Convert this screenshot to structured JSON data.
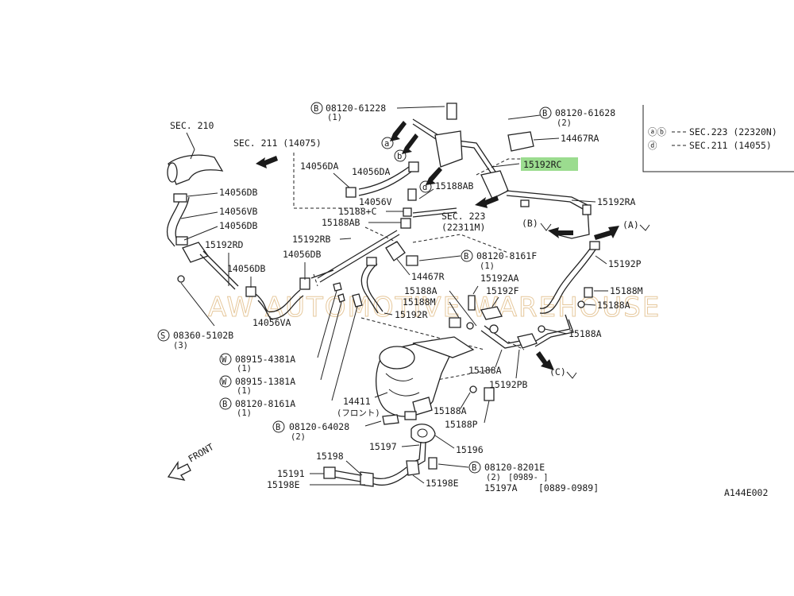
{
  "watermark": "AW  AUTOMOTIVE WAREHOUSE",
  "diagram_id": "A144E002",
  "front_label": "FRONT",
  "highlight_color": "#9bdc8f",
  "legend": {
    "row1_symbols": "ⓐⓑ",
    "row1_text": "SEC.223 (22320N)",
    "row2_symbols": "ⓓ",
    "row2_text": "SEC.211 (14055)"
  },
  "sec_refs": {
    "sec210": "SEC. 210",
    "sec211": "SEC. 211 (14075)",
    "sec223_a": "SEC. 223",
    "sec223_b": "(22311M)"
  },
  "direction_labels": {
    "a": "(A)",
    "b": "(B)",
    "c": "(C)",
    "circ_a": "a",
    "circ_b": "b",
    "circ_d": "d"
  },
  "bolts": {
    "b_08120_61228": "08120-61228",
    "b_08120_61228_qty": "(1)",
    "b_08120_61628": "08120-61628",
    "b_08120_61628_qty": "(2)",
    "b_08120_8161F": "08120-8161F",
    "b_08120_8161F_qty": "(1)",
    "s_08360_5102B": "08360-5102B",
    "s_08360_5102B_qty": "(3)",
    "w_08915_4381A": "08915-4381A",
    "w_08915_4381A_qty": "(1)",
    "w_08915_1381A": "08915-1381A",
    "w_08915_1381A_qty": "(1)",
    "b_08120_8161A": "08120-8161A",
    "b_08120_8161A_qty": "(1)",
    "b_08120_64028": "08120-64028",
    "b_08120_64028_qty": "(2)",
    "b_08120_8201E": "08120-8201E",
    "b_08120_8201E_qty": "(2)",
    "b_08120_8201E_date": "[0989-     ]"
  },
  "parts": {
    "p14467RA": "14467RA",
    "p15192RC": "15192RC",
    "p14056DA_1": "14056DA",
    "p14056DA_2": "14056DA",
    "p14056DB_1": "14056DB",
    "p14056VB": "14056VB",
    "p14056DB_2": "14056DB",
    "p15192RD": "15192RD",
    "p14056DB_3": "14056DB",
    "p14056DB_4": "14056DB",
    "p14056VA": "14056VA",
    "p14056V": "14056V",
    "p15188C": "15188+C",
    "p15188AB_1": "15188AB",
    "p15188AB_2": "15188AB",
    "p15192RB": "15192RB",
    "p15192RA": "15192RA",
    "p15192P": "15192P",
    "p15188M_1": "15188M",
    "p15188A_1": "15188A",
    "p15188A_2": "15188A",
    "p14467R": "14467R",
    "p15192AA": "15192AA",
    "p15188A_3": "15188A",
    "p15188M_2": "15188M",
    "p15192F": "15192F",
    "p15192R": "15192R",
    "p15188A_4": "15188A",
    "p15192PB": "15192PB",
    "p14411": "14411",
    "p14411_sub": "(フロント)",
    "p15188A_5": "15188A",
    "p15188P": "15188P",
    "p15197": "15197",
    "p15196": "15196",
    "p15198": "15198",
    "p15191": "15191",
    "p15198E_1": "15198E",
    "p15198E_2": "15198E",
    "p15197A": "15197A",
    "p15197A_date": "[0889-0989]"
  }
}
